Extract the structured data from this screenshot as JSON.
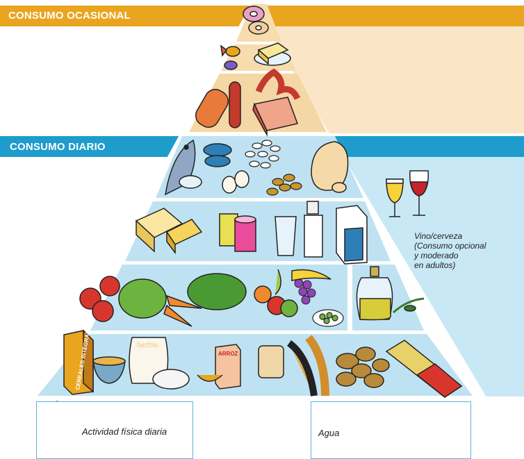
{
  "pyramid": {
    "sections": {
      "occasional": "CONSUMO OCASIONAL",
      "daily": "CONSUMO DIARIO"
    },
    "packages": {
      "cereals": "CEREALES INTEGRALES",
      "flour": "harina",
      "rice": "ARROZ"
    },
    "colors": {
      "orange_band": "#e9a51f",
      "blue_band": "#1e9ccc",
      "light_blue": "#b6def1",
      "beige": "#fae6c6"
    }
  },
  "notes": {
    "wine_beer": [
      "Vino/cerveza",
      "(Consumo opcional",
      "y moderado",
      "en adultos)"
    ]
  },
  "footer": {
    "activity": "Actividad física diaria",
    "water": "Agua"
  }
}
